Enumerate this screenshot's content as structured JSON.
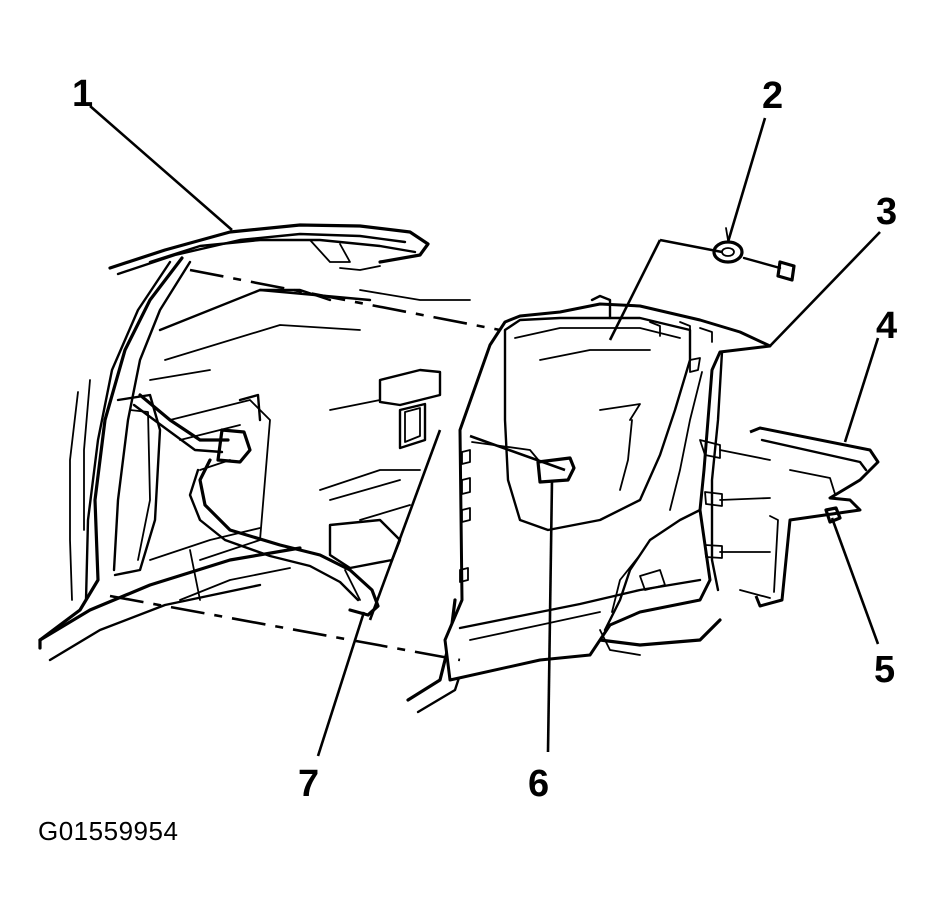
{
  "figure_id": "G01559954",
  "callouts": [
    {
      "id": "1",
      "label": "1"
    },
    {
      "id": "2",
      "label": "2"
    },
    {
      "id": "3",
      "label": "3"
    },
    {
      "id": "4",
      "label": "4"
    },
    {
      "id": "5",
      "label": "5"
    },
    {
      "id": "6",
      "label": "6"
    },
    {
      "id": "7",
      "label": "7"
    }
  ]
}
